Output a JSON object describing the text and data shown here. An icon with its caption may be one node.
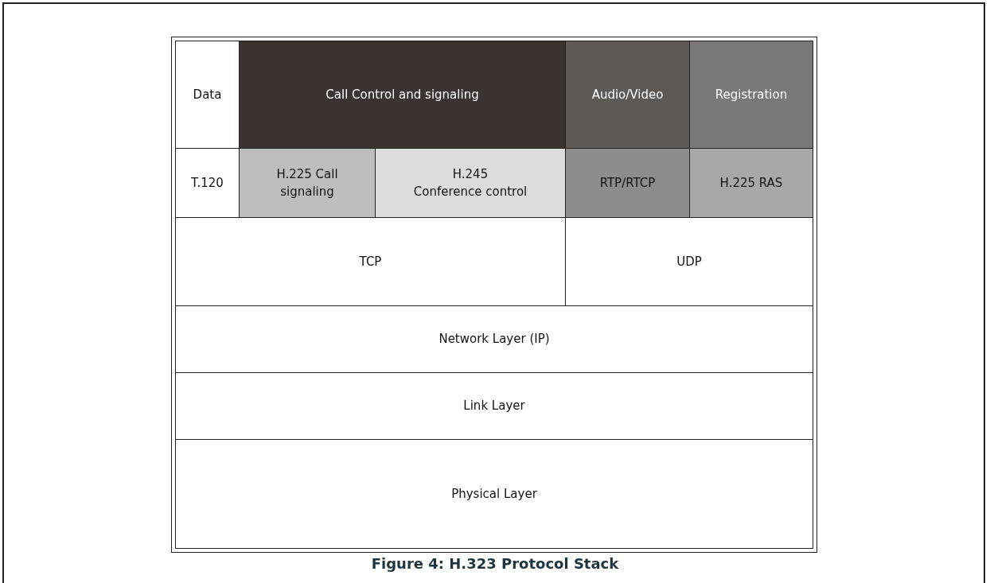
{
  "diagram": {
    "caption": "Figure 4: H.323 Protocol Stack",
    "nodes": [
      {
        "text": [
          "Data"
        ]
      },
      {
        "text": [
          "Call Control and signaling"
        ]
      },
      {
        "text": [
          "Audio/Video"
        ]
      },
      {
        "text": [
          "Registration"
        ]
      },
      {
        "text": [
          "T.120"
        ]
      },
      {
        "text": [
          "H.225 Call signaling"
        ]
      },
      {
        "text": [
          "H.245",
          "Conference control"
        ]
      },
      {
        "text": [
          "RTP/RTCP"
        ]
      },
      {
        "text": [
          "H.225 RAS"
        ]
      },
      {
        "text": [
          "TCP"
        ]
      },
      {
        "text": [
          "UDP"
        ]
      },
      {
        "text": [
          "Network Layer (IP)"
        ]
      },
      {
        "text": [
          "Link Layer"
        ]
      },
      {
        "text": [
          "Physical Layer"
        ]
      }
    ]
  }
}
